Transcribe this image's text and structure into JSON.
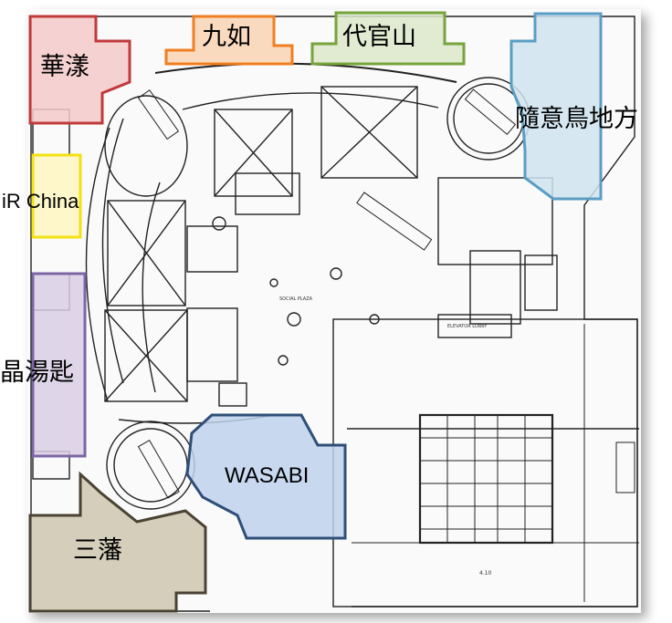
{
  "map": {
    "zones": [
      {
        "id": "huayang",
        "label": "華漾",
        "fill": "#f5c9c9",
        "stroke": "#c0393b"
      },
      {
        "id": "jiuru",
        "label": "九如",
        "fill": "#f9d4b4",
        "stroke": "#ef7f22"
      },
      {
        "id": "daikanyama",
        "label": "代官山",
        "fill": "#dbe8c9",
        "stroke": "#77a33c"
      },
      {
        "id": "suiyi",
        "label": "隨意鳥地方",
        "fill": "#cfe3ee",
        "stroke": "#5a9ec3"
      },
      {
        "id": "irchina",
        "label": "iR China",
        "fill": "#fdf6bf",
        "stroke": "#f3e112"
      },
      {
        "id": "jingtangchi",
        "label": "晶湯匙",
        "fill": "#d8cfe4",
        "stroke": "#7d65a5"
      },
      {
        "id": "wasabi",
        "label": "WASABI",
        "fill": "#bdd1ec",
        "stroke": "#2f4f78"
      },
      {
        "id": "sanfan",
        "label": "三藩",
        "fill": "#cdc6ae",
        "stroke": "#4a4232"
      }
    ],
    "plan_marks": {
      "social_plaza": "SOCIAL PLAZA",
      "elevator_lobby": "ELEVATOR LOBBY",
      "unit_410": "4.10"
    }
  }
}
